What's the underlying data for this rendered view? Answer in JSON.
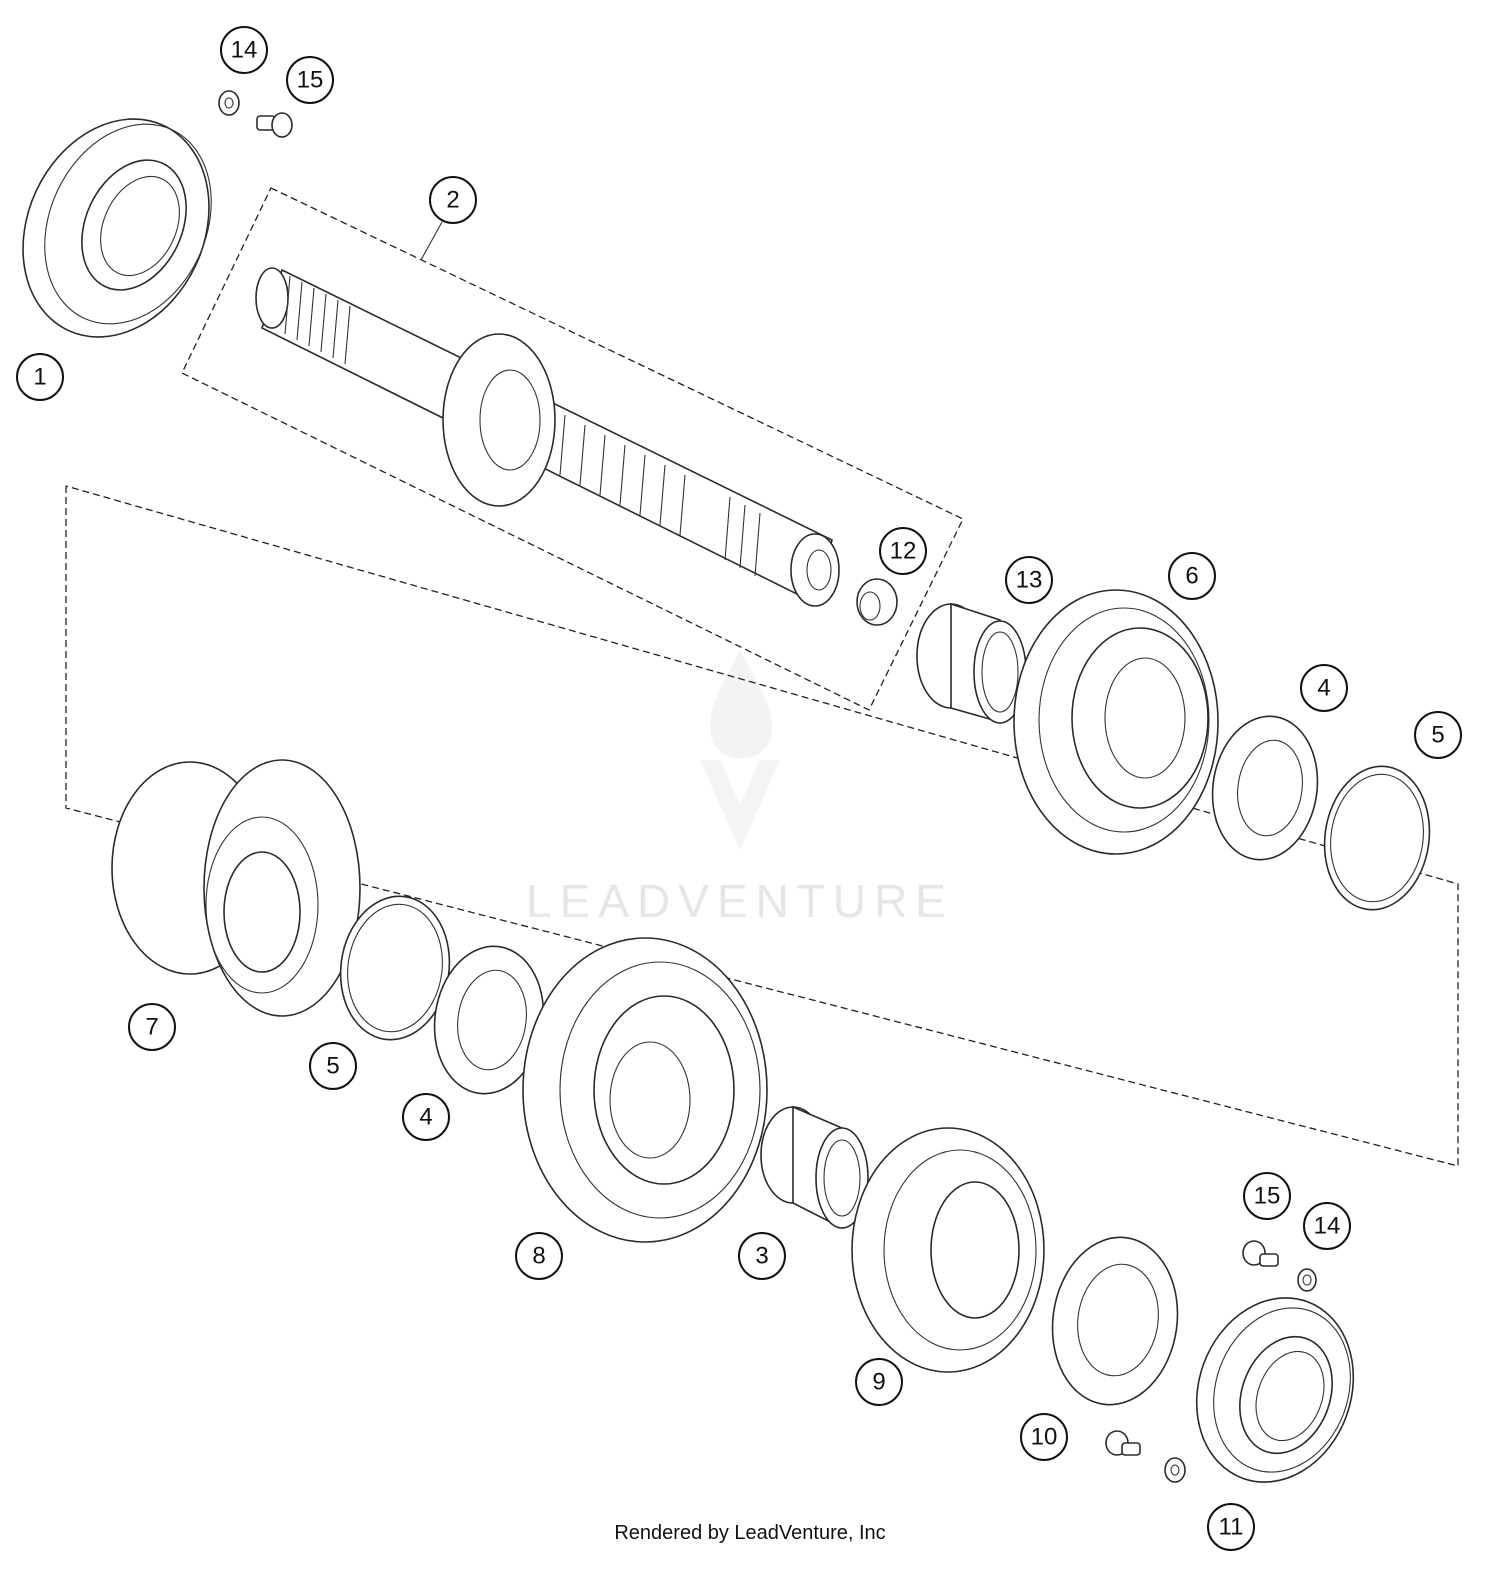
{
  "watermark": {
    "text": "LEADVENTURE",
    "color": "#e6e6e6"
  },
  "credit": "Rendered by LeadVenture, Inc",
  "callouts": [
    "14",
    "15",
    "2",
    "1",
    "12",
    "13",
    "6",
    "4",
    "5",
    "7",
    "5",
    "4",
    "8",
    "3",
    "9",
    "15",
    "14",
    "10",
    "11"
  ]
}
